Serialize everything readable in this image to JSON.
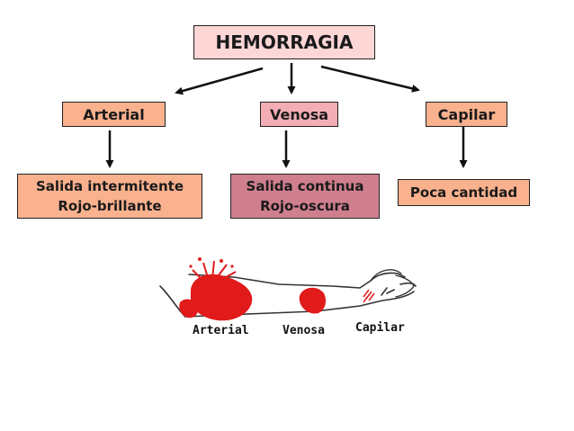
{
  "title": "HEMORRAGIA",
  "types": [
    {
      "label": "Arterial",
      "line1": "Salida intermitente",
      "line2": "Rojo-brillante"
    },
    {
      "label": "Venosa",
      "line1": "Salida continua",
      "line2": "Rojo-oscura"
    },
    {
      "label": "Capilar",
      "line1": "Poca cantidad"
    }
  ],
  "illustration": {
    "labels": [
      "Arterial",
      "Venosa",
      "Capilar"
    ]
  },
  "colors": {
    "title_fill": "#fdd6d6",
    "orange_fill": "#f9b18e",
    "pink_fill": "#f3aeb5",
    "dark_pink_fill": "#cf7f8e",
    "blood": "#e11a1a"
  }
}
